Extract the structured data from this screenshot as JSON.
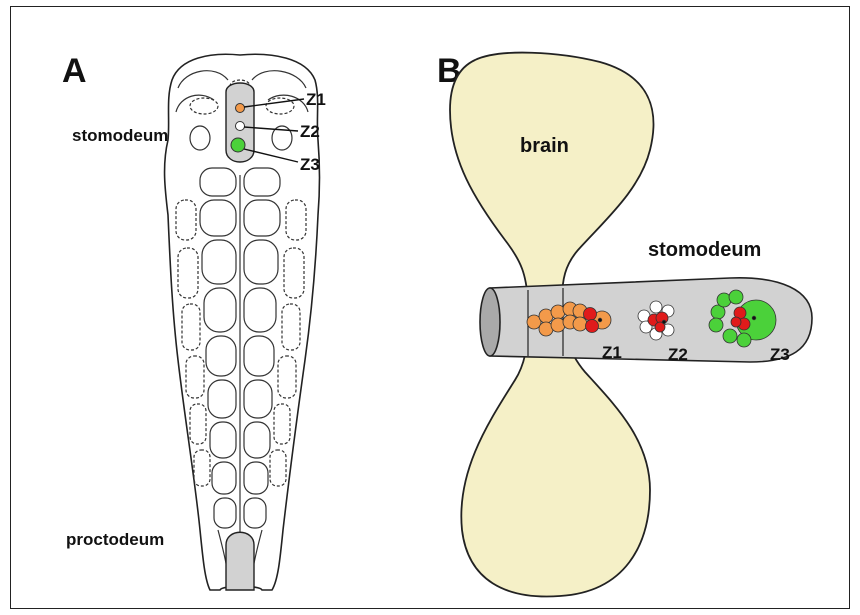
{
  "panels": {
    "a": {
      "letter": "A",
      "labels": {
        "stomodeum": "stomodeum",
        "proctodeum": "proctodeum",
        "z1": "Z1",
        "z2": "Z2",
        "z3": "Z3"
      }
    },
    "b": {
      "letter": "B",
      "labels": {
        "brain": "brain",
        "stomodeum": "stomodeum",
        "z1": "Z1",
        "z2": "Z2",
        "z3": "Z3"
      }
    }
  },
  "colors": {
    "orange": "#f39a4a",
    "green": "#4bd13a",
    "red": "#e01b1b",
    "brain": "#f5f0c7",
    "stomodeum": "#d2d2d2",
    "outline": "#222222"
  }
}
